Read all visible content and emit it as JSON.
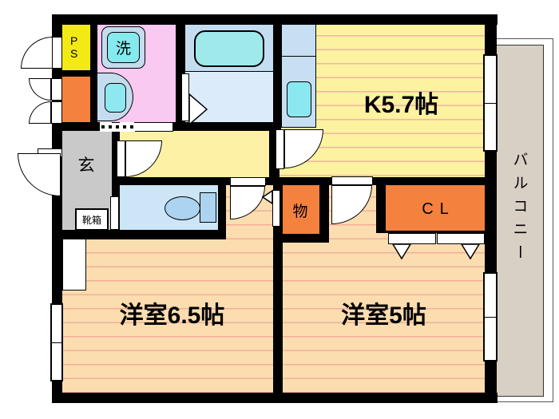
{
  "rooms": {
    "kitchen": "K5.7帖",
    "western_room_1": "洋室6.5帖",
    "western_room_2": "洋室5帖",
    "balcony": "バルコニー",
    "entrance": "玄",
    "shoe_box": "靴箱",
    "storage": "物",
    "closet": "CL",
    "washer": "洗",
    "pipe_space": "PS"
  },
  "colors": {
    "wall": "#000000",
    "kitchen_floor": "#fcf2a0",
    "room_floor": "#fbddaf",
    "stripe_line": "#f3ae9b",
    "balcony_floor": "#d8d0c5",
    "entrance_floor": "#c9c9c9",
    "washroom_pink": "#f9c9f2",
    "bathroom_blue": "#c4ddf1",
    "bathtub_cyan": "#a0e9ea",
    "toilet_room_blue": "#cce5f7",
    "fixture_blue": "#acd4f1",
    "closet_orange": "#f5813e",
    "ps_yellow": "#f3ea15",
    "sink_cyan": "#8be7f0"
  }
}
